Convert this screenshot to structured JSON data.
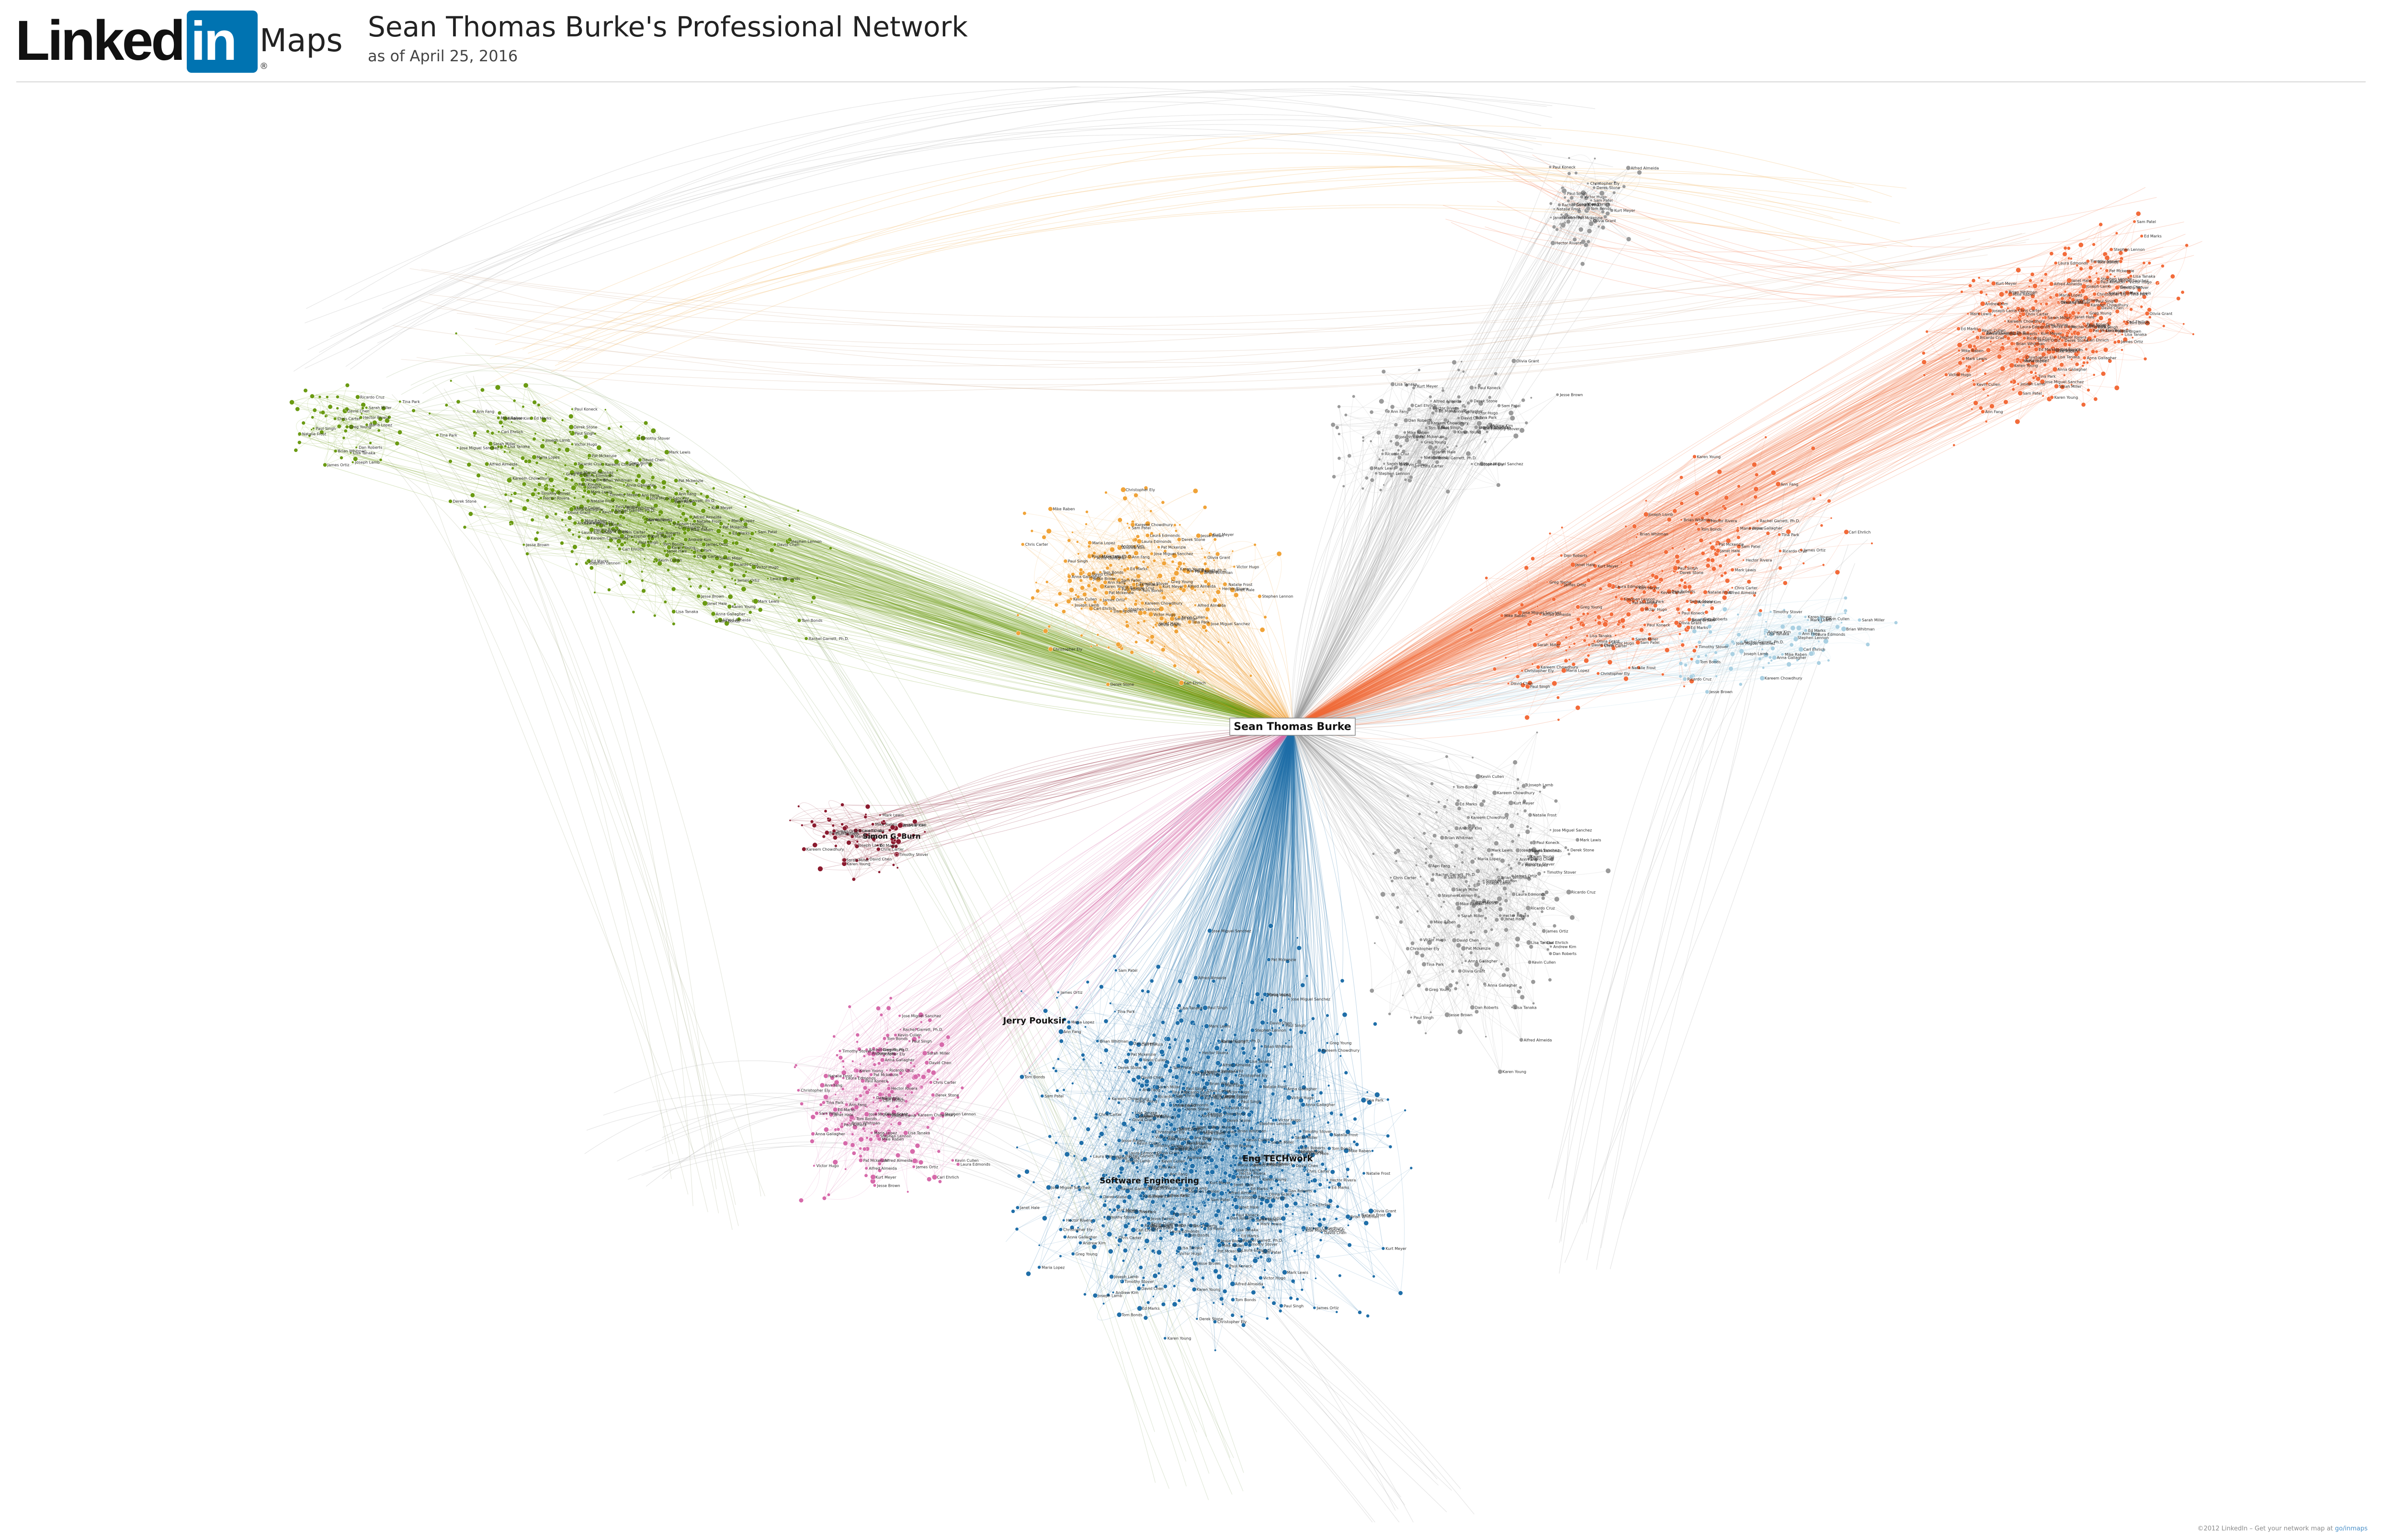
{
  "header": {
    "logo_text": "Linked",
    "logo_badge": "in",
    "product": "Maps",
    "title": "Sean Thomas Burke's Professional Network",
    "subtitle": "as of April 25, 2016"
  },
  "graph": {
    "center_label": "Sean Thomas Burke",
    "hub_labels": [
      "Jerry Pouksir",
      "Eng TECHwork",
      "Software Engineering",
      "Simon G. Burn"
    ],
    "cluster_colors": {
      "green": "#6a9a12",
      "orange": "#f0a338",
      "red": "#f26b3a",
      "lightblue": "#aad0e2",
      "blue": "#1f6ea8",
      "pink": "#d66aaa",
      "maroon": "#8a1a2e",
      "gray": "#9a9a9a"
    },
    "sample_labels": [
      "Paul Koneck",
      "Alfred Almeida",
      "Christopher Ely",
      "Pat Mckenzie",
      "Tom Bonds",
      "Carl Ehrlich",
      "Rachel Garrett, Ph.D.",
      "Stephen Lennon",
      "Laura Edmonds",
      "Ann Fang",
      "Jose Miguel Sanchez",
      "Kevin Cullen",
      "Anna Gallagher",
      "Kareem Chowdhury",
      "Jesse Brown",
      "Karen Young",
      "Andrew Kim",
      "Timothy Stover",
      "Ed Marks",
      "Mark Lewis",
      "Mike Raben",
      "Joseph Lamb",
      "Lisa Tanaka",
      "Brian Whitman",
      "Dan Roberts",
      "Sarah Miller",
      "Ricardo Cruz",
      "David Chen",
      "Maria Lopez",
      "James Ortiz",
      "Chris Carter",
      "Natalie Frost",
      "Paul Singh",
      "Greg Young",
      "Tina Park",
      "Hector Rivera",
      "Janet Hale",
      "Sam Patel",
      "Kurt Meyer",
      "Olivia Grant",
      "Victor Hugo",
      "Derek Stone"
    ]
  },
  "footer": {
    "text": "©2012 LinkedIn – Get your network map at",
    "link": "go/inmaps"
  }
}
